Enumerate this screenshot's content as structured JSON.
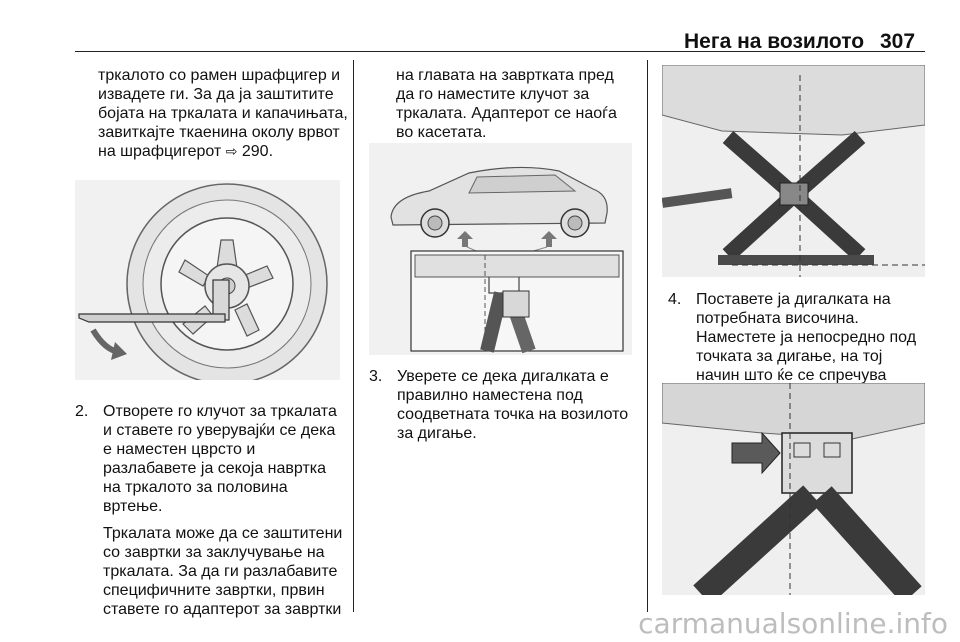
{
  "header": {
    "title": "Нега на возилото",
    "page_number": "307"
  },
  "column1": {
    "intro_text": "тркалото со рамен шрафцигер и извадете ги. За да ја заштитите бојата на тркалата и капачињата, завиткајте ткаенина околу врвот на шрафцигерот",
    "intro_ref_symbol": "⇨",
    "intro_ref_page": "290.",
    "step2_number": "2.",
    "step2_text": "Отворете го клучот за тркалата и ставете го уверувајќи се дека е наместен цврсто и разлабавете ја секоја навртка на тркалото за половина вртење.",
    "step2_note": "Тркалата може да се заштитени со завртки за заклучување на тркалата. За да ги разлабавите специфичните завртки, првин ставете го адаптерот за завртки"
  },
  "column2": {
    "intro_text": "на главата на завртката пред да го наместите клучот за тркалата. Адаптерот се наоѓа во касетата.",
    "step3_number": "3.",
    "step3_text": "Уверете се дека дигалката е правилно наместена под соодветната точка на возилото за дигање."
  },
  "column3": {
    "step4_number": "4.",
    "step4_text": "Поставете ја дигалката на потребната височина. Наместете ја непосредно под точката за дигање, на тој начин што ќе се спречува лизгањето."
  },
  "figures": {
    "wheel": {
      "icon": "wheel-wrench-illustration"
    },
    "car": {
      "icon": "car-jack-points-illustration"
    },
    "jack_top": {
      "icon": "scissor-jack-illustration"
    },
    "jack_bottom": {
      "icon": "jack-placement-illustration"
    }
  },
  "watermark": "carmanualsonline.info"
}
